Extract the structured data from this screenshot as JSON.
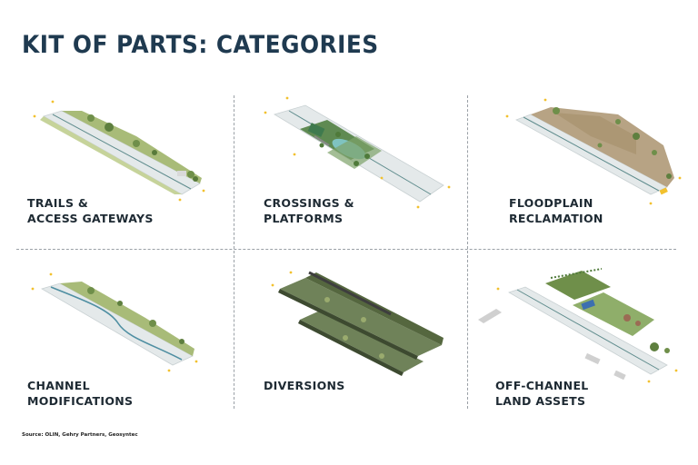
{
  "title": "KIT OF PARTS: CATEGORIES",
  "categories": [
    {
      "line1": "TRAILS &",
      "line2": "ACCESS GATEWAYS"
    },
    {
      "line1": "CROSSINGS &",
      "line2": "PLATFORMS"
    },
    {
      "line1": "FLOODPLAIN",
      "line2": "RECLAMATION"
    },
    {
      "line1": "CHANNEL",
      "line2": "MODIFICATIONS"
    },
    {
      "line1": "DIVERSIONS",
      "line2": ""
    },
    {
      "line1": "OFF-CHANNEL",
      "line2": "LAND ASSETS"
    }
  ],
  "source": "Source: OLIN, Gehry Partners, Geosyntec",
  "colors": {
    "title": "#1f3a50",
    "channel": "#e4e9ea",
    "vegetation": "#7f9a5a",
    "water": "#7fc3c0",
    "accent": "#f2c12e"
  }
}
